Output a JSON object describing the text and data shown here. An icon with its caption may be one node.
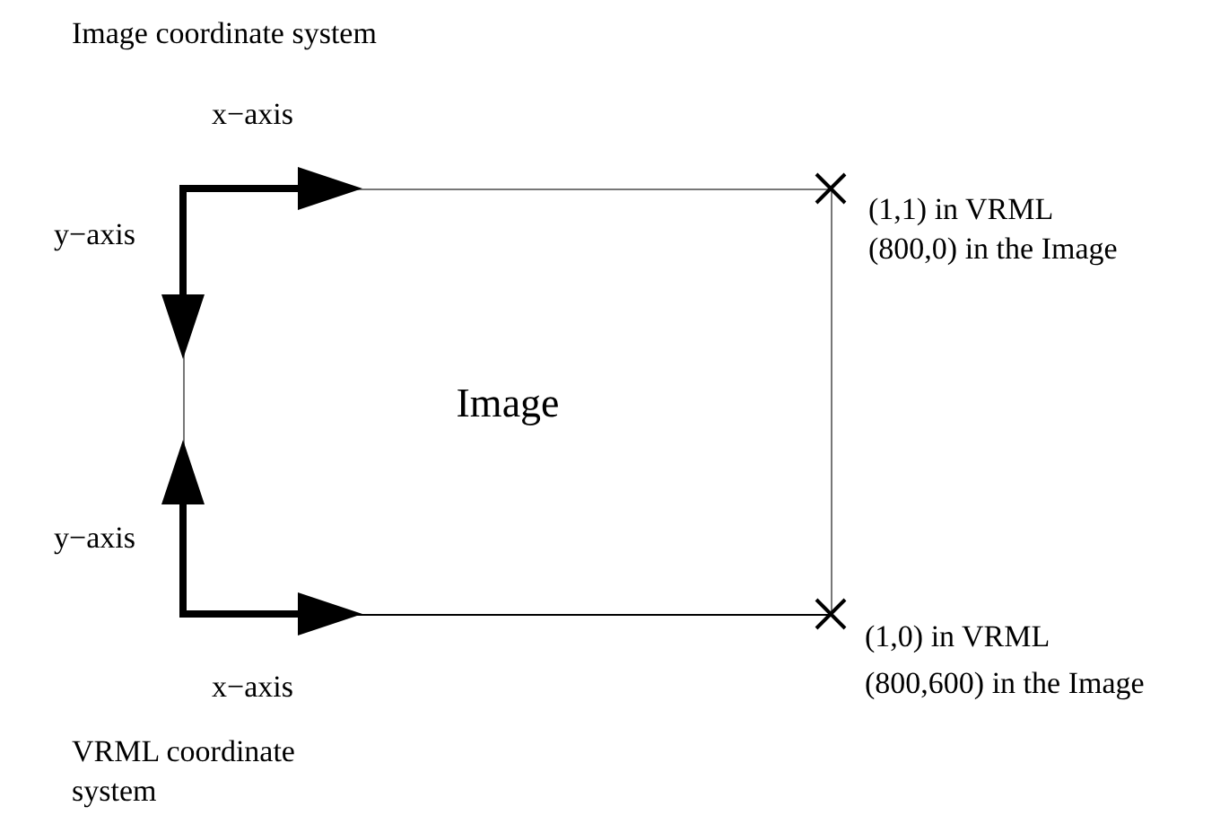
{
  "diagram": {
    "nodes": [
      {
        "text": [
          "Image"
        ]
      }
    ],
    "edges": [],
    "labels": [
      "Image coordinate system",
      "x−axis",
      "y−axis",
      "(1,1) in VRML",
      "(800,0) in the Image",
      "y−axis",
      "(1,0) in VRML",
      "x−axis",
      "(800,600) in the Image",
      "VRML coordinate system"
    ]
  }
}
